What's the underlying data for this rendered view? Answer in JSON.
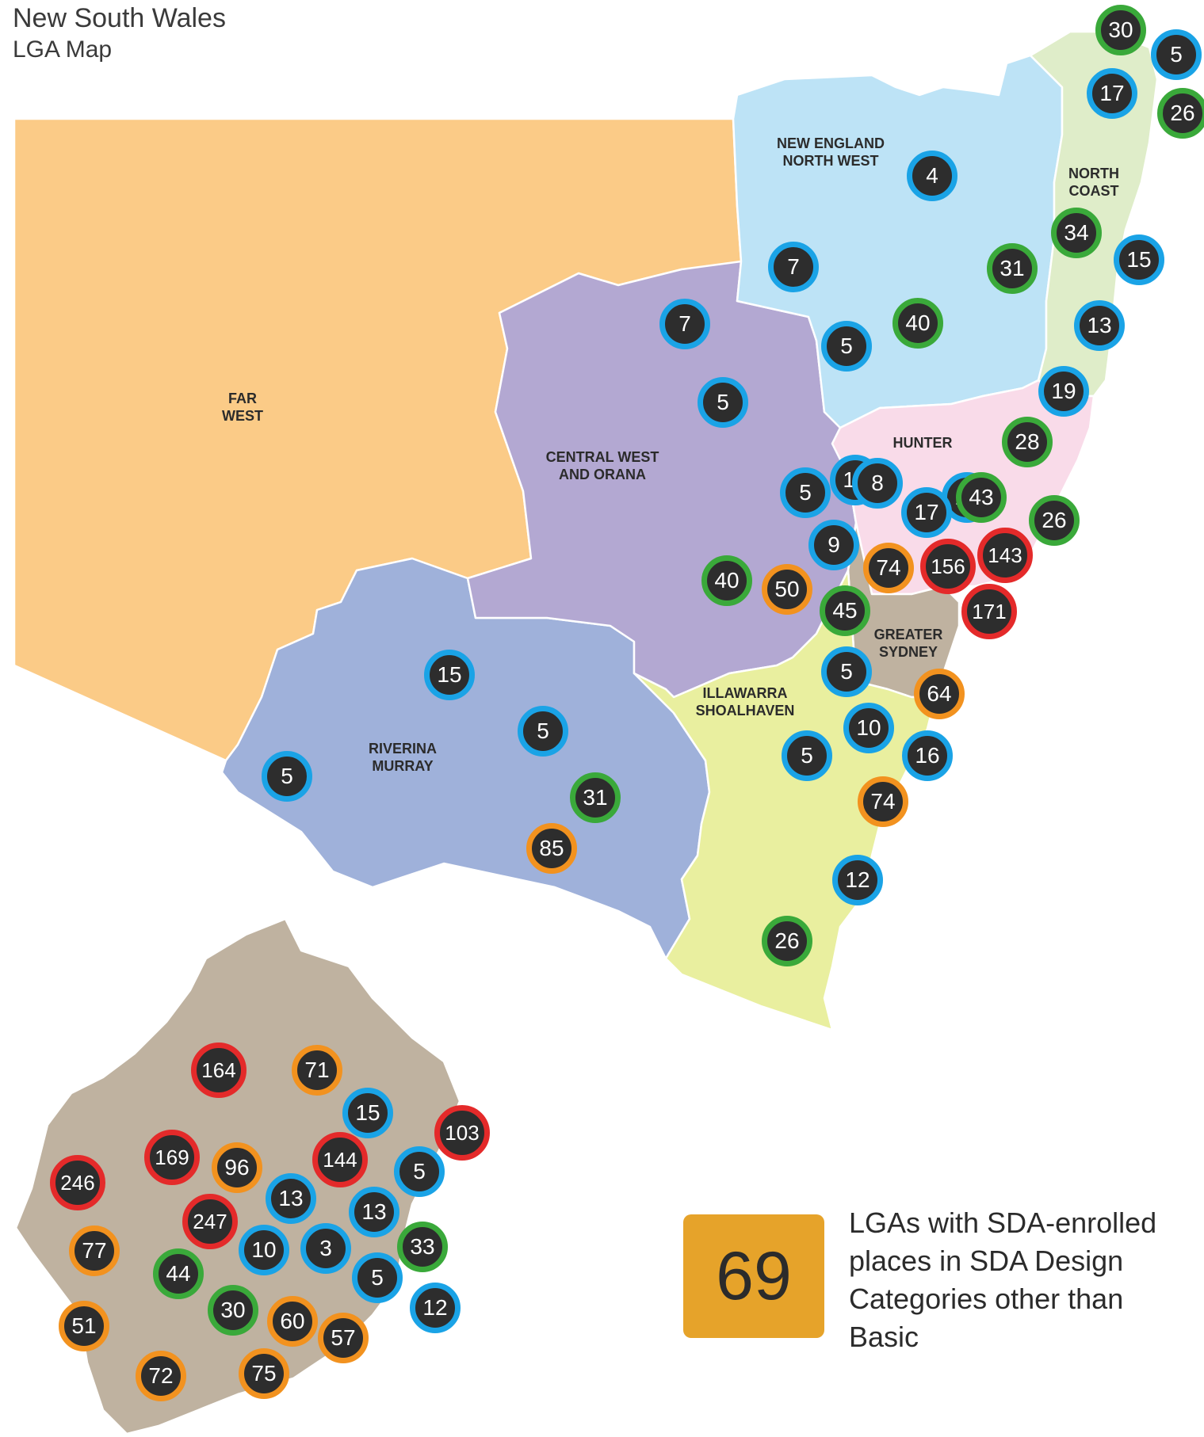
{
  "title": {
    "line1": "New South Wales",
    "line2": "LGA Map"
  },
  "colors": {
    "far_west": "#fbcb87",
    "riverina_murray": "#9fb1da",
    "central_west_orana": "#b3a8d2",
    "new_england_north_west": "#bde3f6",
    "north_coast": "#dfedc9",
    "hunter": "#f9dbe9",
    "illawarra_shoalhaven": "#e9ef9f",
    "greater_sydney": "#bfb2a0",
    "marker_fill": "#2d2d2d",
    "ring_blue": "#1aa3e6",
    "ring_green": "#3aa93a",
    "ring_orange": "#f2921f",
    "ring_red": "#e42a2a",
    "legend_box": "#e6a32a"
  },
  "regions": [
    {
      "id": "far-west",
      "label": "FAR\nWEST"
    },
    {
      "id": "central-west-orana",
      "label": "CENTRAL WEST\nAND ORANA"
    },
    {
      "id": "new-england-north-west",
      "label": "NEW ENGLAND\nNORTH WEST"
    },
    {
      "id": "north-coast",
      "label": "NORTH\nCOAST"
    },
    {
      "id": "hunter",
      "label": "HUNTER"
    },
    {
      "id": "greater-sydney",
      "label": "GREATER\nSYDNEY"
    },
    {
      "id": "illawarra-shoalhaven",
      "label": "ILLAWARRA\nSHOALHAVEN"
    },
    {
      "id": "riverina-murray",
      "label": "RIVERINA\nMURRAY"
    }
  ],
  "markers": [
    {
      "value": "30",
      "color": "green"
    },
    {
      "value": "5",
      "color": "blue"
    },
    {
      "value": "17",
      "color": "blue"
    },
    {
      "value": "26",
      "color": "green"
    },
    {
      "value": "4",
      "color": "blue"
    },
    {
      "value": "34",
      "color": "green"
    },
    {
      "value": "15",
      "color": "blue"
    },
    {
      "value": "31",
      "color": "green"
    },
    {
      "value": "7",
      "color": "blue"
    },
    {
      "value": "40",
      "color": "green"
    },
    {
      "value": "13",
      "color": "blue"
    },
    {
      "value": "5",
      "color": "blue"
    },
    {
      "value": "7",
      "color": "blue"
    },
    {
      "value": "19",
      "color": "blue"
    },
    {
      "value": "5",
      "color": "blue"
    },
    {
      "value": "28",
      "color": "green"
    },
    {
      "value": "10",
      "color": "blue"
    },
    {
      "value": "19",
      "color": "blue"
    },
    {
      "value": "5",
      "color": "blue"
    },
    {
      "value": "8",
      "color": "blue"
    },
    {
      "value": "43",
      "color": "green"
    },
    {
      "value": "17",
      "color": "blue"
    },
    {
      "value": "26",
      "color": "green"
    },
    {
      "value": "9",
      "color": "blue"
    },
    {
      "value": "74",
      "color": "orange"
    },
    {
      "value": "156",
      "color": "red"
    },
    {
      "value": "143",
      "color": "red"
    },
    {
      "value": "40",
      "color": "green"
    },
    {
      "value": "50",
      "color": "orange"
    },
    {
      "value": "45",
      "color": "green"
    },
    {
      "value": "171",
      "color": "red"
    },
    {
      "value": "15",
      "color": "blue"
    },
    {
      "value": "5",
      "color": "blue"
    },
    {
      "value": "64",
      "color": "orange"
    },
    {
      "value": "5",
      "color": "blue"
    },
    {
      "value": "10",
      "color": "blue"
    },
    {
      "value": "5",
      "color": "blue"
    },
    {
      "value": "16",
      "color": "blue"
    },
    {
      "value": "5",
      "color": "blue"
    },
    {
      "value": "31",
      "color": "green"
    },
    {
      "value": "74",
      "color": "orange"
    },
    {
      "value": "85",
      "color": "orange"
    },
    {
      "value": "12",
      "color": "blue"
    },
    {
      "value": "26",
      "color": "green"
    }
  ],
  "sydney_markers": [
    {
      "value": "164",
      "color": "red"
    },
    {
      "value": "71",
      "color": "orange"
    },
    {
      "value": "15",
      "color": "blue"
    },
    {
      "value": "103",
      "color": "red"
    },
    {
      "value": "169",
      "color": "red"
    },
    {
      "value": "96",
      "color": "orange"
    },
    {
      "value": "144",
      "color": "red"
    },
    {
      "value": "5",
      "color": "blue"
    },
    {
      "value": "246",
      "color": "red"
    },
    {
      "value": "13",
      "color": "blue"
    },
    {
      "value": "247",
      "color": "red"
    },
    {
      "value": "13",
      "color": "blue"
    },
    {
      "value": "77",
      "color": "orange"
    },
    {
      "value": "44",
      "color": "green"
    },
    {
      "value": "10",
      "color": "blue"
    },
    {
      "value": "3",
      "color": "blue"
    },
    {
      "value": "33",
      "color": "green"
    },
    {
      "value": "5",
      "color": "blue"
    },
    {
      "value": "12",
      "color": "blue"
    },
    {
      "value": "51",
      "color": "orange"
    },
    {
      "value": "30",
      "color": "green"
    },
    {
      "value": "60",
      "color": "orange"
    },
    {
      "value": "57",
      "color": "orange"
    },
    {
      "value": "72",
      "color": "orange"
    },
    {
      "value": "75",
      "color": "orange"
    }
  ],
  "legend": {
    "value": "69",
    "text": "LGAs with SDA-enrolled places in SDA Design Categories other than Basic"
  }
}
